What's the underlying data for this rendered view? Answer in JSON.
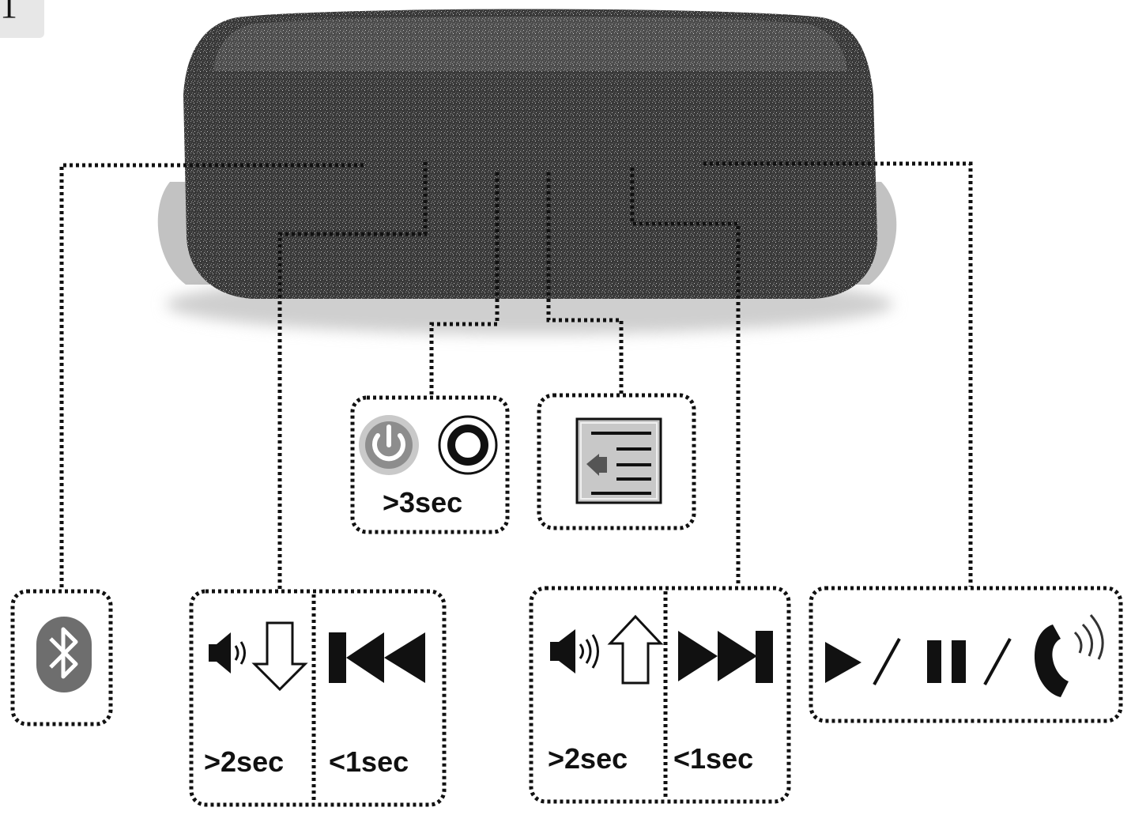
{
  "corner_tab": {
    "text": "1"
  },
  "callouts": {
    "power_hold": ">3sec",
    "volume_down_hold": ">2sec",
    "previous_press": "<1sec",
    "volume_up_hold": ">2sec",
    "next_press": "<1sec"
  },
  "colors": {
    "outline": "#111111",
    "speaker_body": "#3d3d3d",
    "icon_grey": "#6e6e6e",
    "panel_grey": "#bfbfbf"
  },
  "icons": [
    "bluetooth-icon",
    "power-icon",
    "ring-power-icon",
    "mode-icon",
    "speaker-icon",
    "arrow-down-icon",
    "previous-track-icon",
    "arrow-up-icon",
    "next-track-icon",
    "play-icon",
    "pause-icon",
    "phone-icon"
  ]
}
